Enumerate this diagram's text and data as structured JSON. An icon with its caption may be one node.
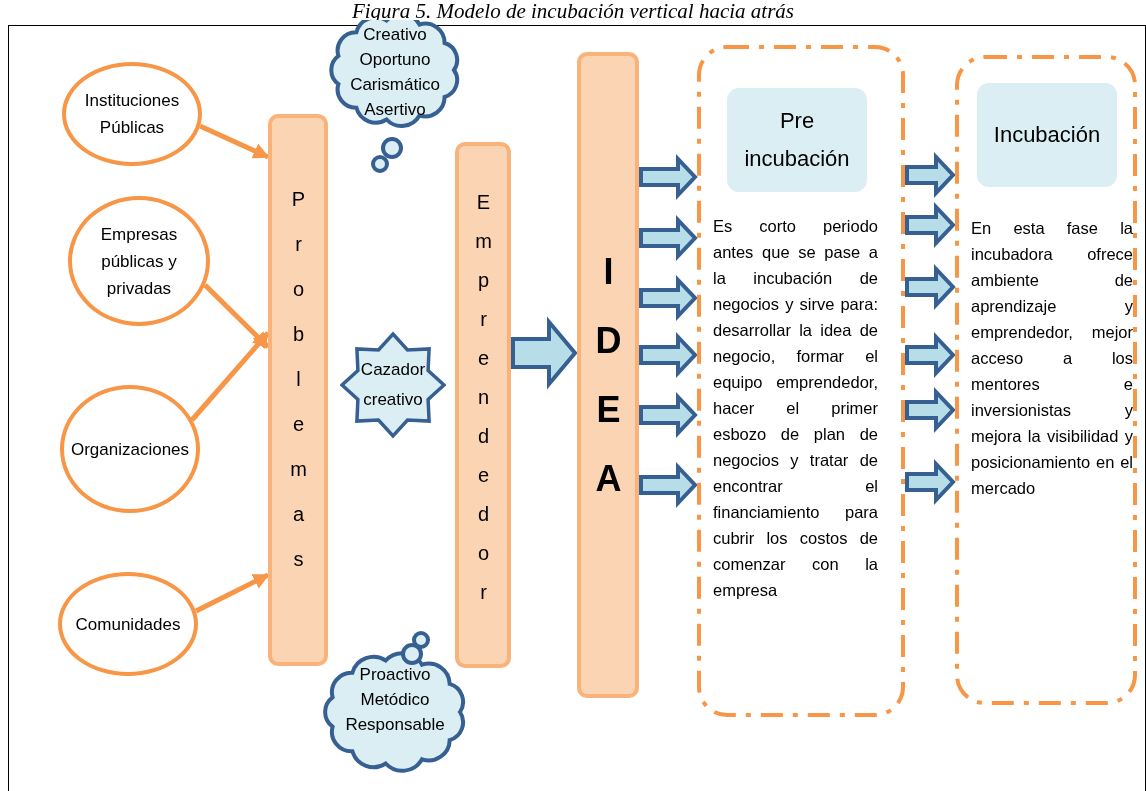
{
  "diagram": {
    "title": "Figura 5. Modelo de incubación vertical hacia atrás",
    "nodes": [
      {
        "text": [
          "Instituciones Públicas"
        ]
      },
      {
        "text": [
          "Empresas públicas y privadas"
        ]
      },
      {
        "text": [
          "Organizaciones"
        ]
      },
      {
        "text": [
          "Comunidades"
        ]
      },
      {
        "text": [
          "Problemas"
        ]
      },
      {
        "text": [
          "Creativo Oportuno Carismático Asertivo"
        ]
      },
      {
        "text": [
          "Cazador creativo"
        ]
      },
      {
        "text": [
          "Emprendedor"
        ]
      },
      {
        "text": [
          "Proactivo Metódico Responsable"
        ]
      },
      {
        "text": [
          "IDEA"
        ]
      },
      {
        "text": [
          "Es corto periodo antes que se pase a la incubación de negocios y sirve para: desarrollar la idea de negocio, formar el equipo emprendedor, hacer el primer esbozo de plan de negocios y tratar de encontrar el financiamiento para cubrir los costos de comenzar con la empresa"
        ]
      },
      {
        "text": [
          "Pre incubación"
        ],
        "in": 10
      },
      {
        "text": [
          "En esta fase la incubadora ofrece ambiente de aprendizaje y emprendedor, mejor acceso a los mentores e inversionistas y mejora la visibilidad y posicionamiento en el mercado"
        ]
      },
      {
        "text": [
          "Incubación"
        ],
        "in": 12
      }
    ],
    "edges": [
      {
        "from": 0,
        "to": 4,
        "arrow": "to",
        "color": "#f79646"
      },
      {
        "from": 1,
        "to": 4,
        "arrow": "to",
        "color": "#f79646"
      },
      {
        "from": 2,
        "to": 4,
        "arrow": "to",
        "color": "#f79646"
      },
      {
        "from": 3,
        "to": 4,
        "arrow": "to",
        "color": "#f79646"
      },
      {
        "from": 7,
        "to": 9,
        "arrow": "to",
        "style": "thick"
      },
      {
        "from": 9,
        "to": 10,
        "arrow": "to",
        "style": "thick"
      },
      {
        "from": 9,
        "to": 10,
        "arrow": "to",
        "style": "thick"
      },
      {
        "from": 9,
        "to": 10,
        "arrow": "to",
        "style": "thick"
      },
      {
        "from": 9,
        "to": 10,
        "arrow": "to",
        "style": "thick"
      },
      {
        "from": 9,
        "to": 10,
        "arrow": "to",
        "style": "thick"
      },
      {
        "from": 9,
        "to": 10,
        "arrow": "to",
        "style": "thick"
      },
      {
        "from": 10,
        "to": 12,
        "arrow": "to",
        "style": "thick"
      },
      {
        "from": 10,
        "to": 12,
        "arrow": "to",
        "style": "thick"
      },
      {
        "from": 10,
        "to": 12,
        "arrow": "to",
        "style": "thick"
      },
      {
        "from": 10,
        "to": 12,
        "arrow": "to",
        "style": "thick"
      },
      {
        "from": 10,
        "to": 12,
        "arrow": "to",
        "style": "thick"
      },
      {
        "from": 10,
        "to": 12,
        "arrow": "to",
        "style": "thick"
      }
    ]
  }
}
